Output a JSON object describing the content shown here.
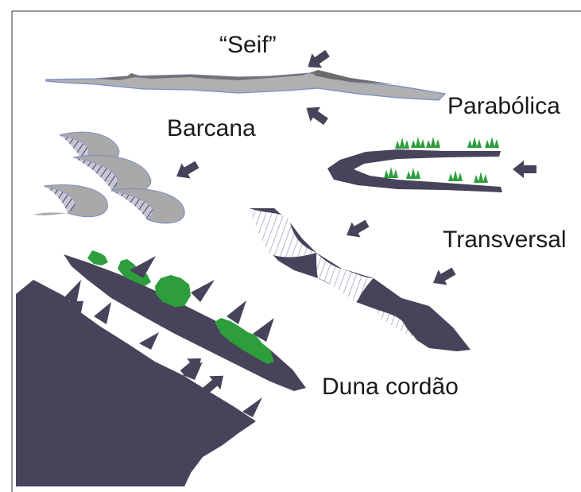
{
  "labels": {
    "seif": "“Seif”",
    "parabolica": "Parabólica",
    "barcana": "Barcana",
    "transversal": "Transversal",
    "duna_cordao": "Duna cordão"
  },
  "colors": {
    "dune_dark": "#46435a",
    "dune_light": "#a9a9a9",
    "seif_top": "#7a7a7a",
    "outline_blue": "#8a94c8",
    "slipface_hatch": "#b9b6cc",
    "vegetation": "#2e9e3c",
    "frame": "#333333"
  }
}
